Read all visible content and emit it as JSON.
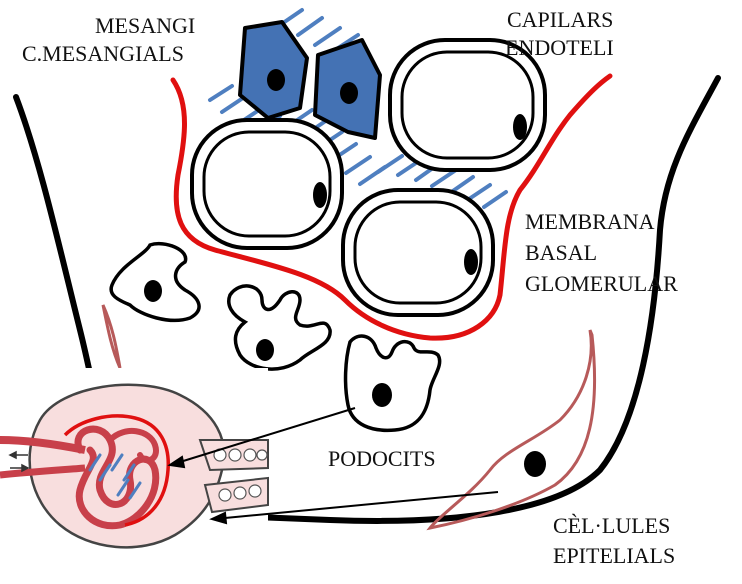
{
  "labels": {
    "mesangi_line1": "MESANGI",
    "mesangi_line2": "C.MESANGIALS",
    "capilars_line1": "CAPILARS",
    "capilars_line2": "ENDOTELI",
    "membrana_line1": "MEMBRANA",
    "membrana_line2": "BASAL",
    "membrana_line3": "GLOMERULAR",
    "podocits": "PODOCITS",
    "epitelials_line1": "CÈL·LULES",
    "epitelials_line2": "EPITELIALS"
  },
  "colors": {
    "basement_membrane": "#e01010",
    "mesangial_cell": "#4472b4",
    "mesangial_matrix": "#4f7fc0",
    "epithelial_cell": "#b75a5a",
    "outline": "#000000",
    "inset_background": "#f8dede",
    "afferent_vessel": "#c8404a"
  },
  "icons": {
    "nucleus": "nucleus-dot",
    "arrow": "arrow-pointer"
  }
}
